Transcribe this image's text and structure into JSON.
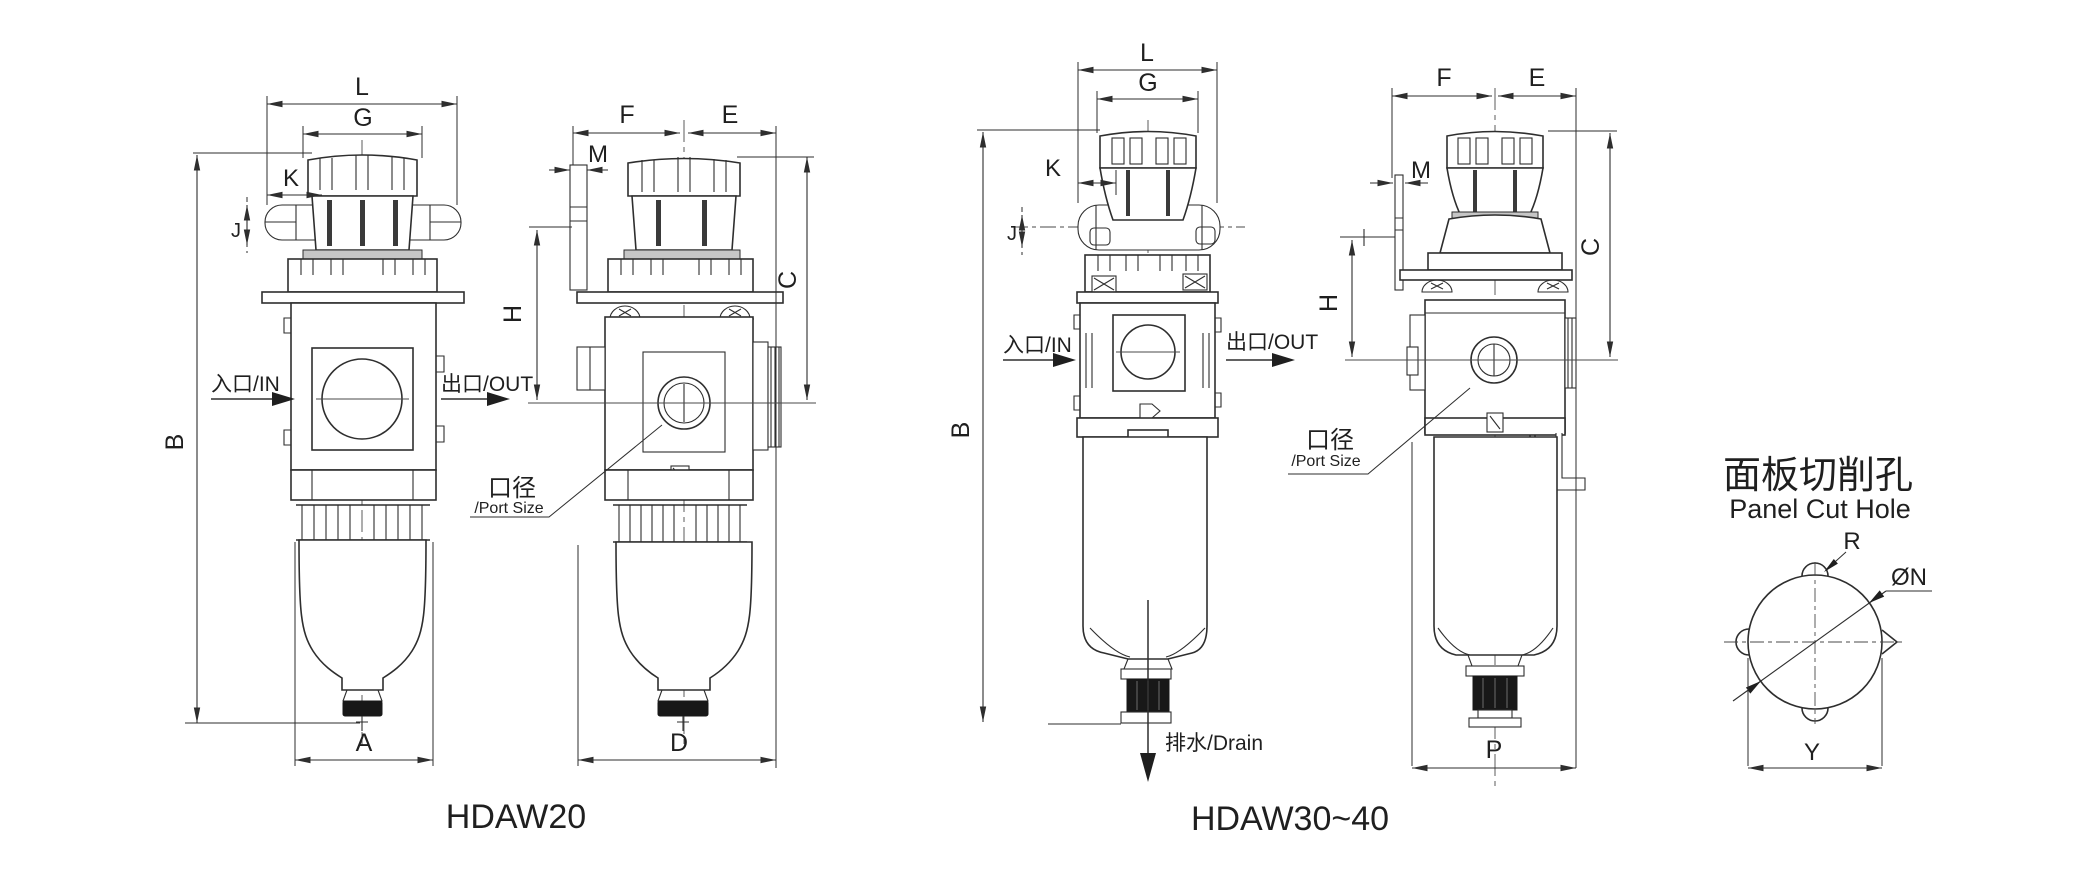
{
  "labels": {
    "L": "L",
    "G": "G",
    "K": "K",
    "J": "J",
    "B": "B",
    "A": "A",
    "F": "F",
    "E": "E",
    "M": "M",
    "H": "H",
    "C": "C",
    "D": "D",
    "P": "P"
  },
  "ann": {
    "inlet": "入口/IN",
    "outlet": "出口/OUT",
    "port_zh": "口径",
    "port_en": "/Port Size",
    "drain": "排水/Drain"
  },
  "captions": {
    "hdaw20": "HDAW20",
    "hdaw30": "HDAW30~40"
  },
  "panel": {
    "title_zh": "面板切削孔",
    "title_en": "Panel Cut Hole",
    "r": "R",
    "n": "ØN",
    "y": "Y"
  },
  "colors": {
    "background": "#ffffff",
    "line": "#2e2e2e",
    "dark_fill": "#181818",
    "gray_fill": "#c6c6c6"
  }
}
